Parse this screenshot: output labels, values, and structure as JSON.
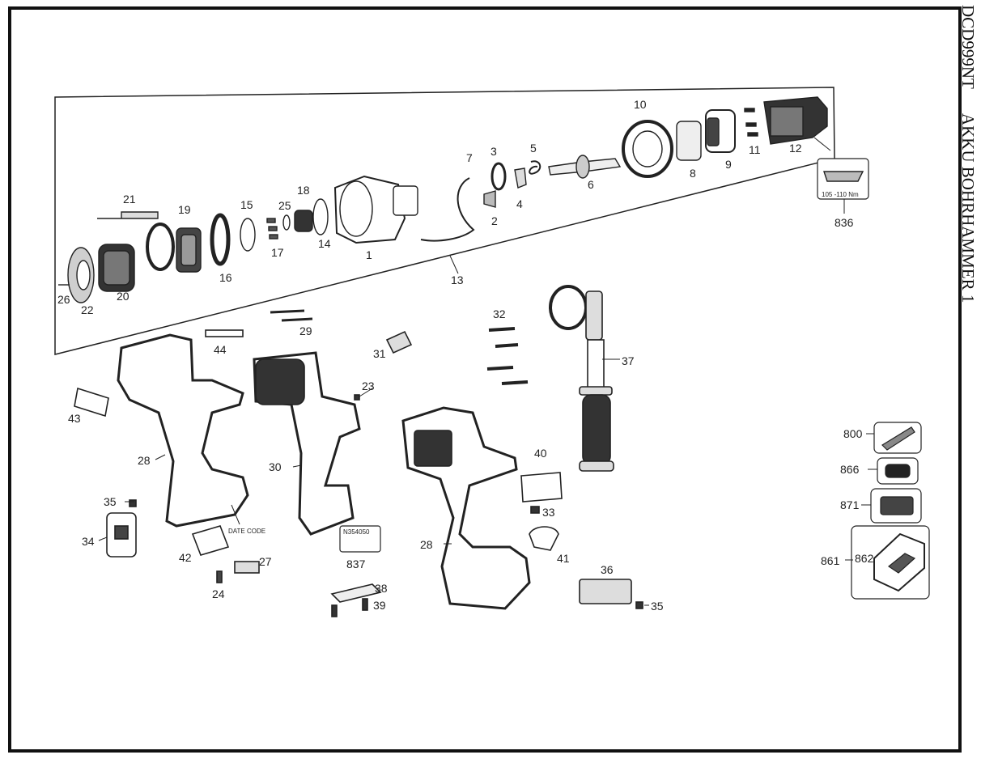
{
  "document": {
    "model": "DCD999NT",
    "title": "AKKU BOHRHAMMER 1"
  },
  "callouts": {
    "p1": "1",
    "p2": "2",
    "p3": "3",
    "p4": "4",
    "p5": "5",
    "p6": "6",
    "p7": "7",
    "p8": "8",
    "p9": "9",
    "p10": "10",
    "p11": "11",
    "p12": "12",
    "p13": "13",
    "p14": "14",
    "p15": "15",
    "p16": "16",
    "p17": "17",
    "p18": "18",
    "p19": "19",
    "p20": "20",
    "p21": "21",
    "p22": "22",
    "p23": "23",
    "p24": "24",
    "p25": "25",
    "p26": "26",
    "p27": "27",
    "p28a": "28",
    "p28b": "28",
    "p29": "29",
    "p30": "30",
    "p31": "31",
    "p32": "32",
    "p33": "33",
    "p34": "34",
    "p35a": "35",
    "p35b": "35",
    "p36": "36",
    "p37": "37",
    "p38": "38",
    "p39": "39",
    "p40": "40",
    "p41": "41",
    "p42": "42",
    "p43": "43",
    "p44": "44",
    "p800": "800",
    "p836": "836",
    "p837": "837",
    "p861": "861",
    "p862": "862",
    "p866": "866",
    "p871": "871"
  },
  "annotations": {
    "torque": "105 -110 Nm",
    "date_code": "DATE CODE",
    "part_tag": "N354050"
  }
}
